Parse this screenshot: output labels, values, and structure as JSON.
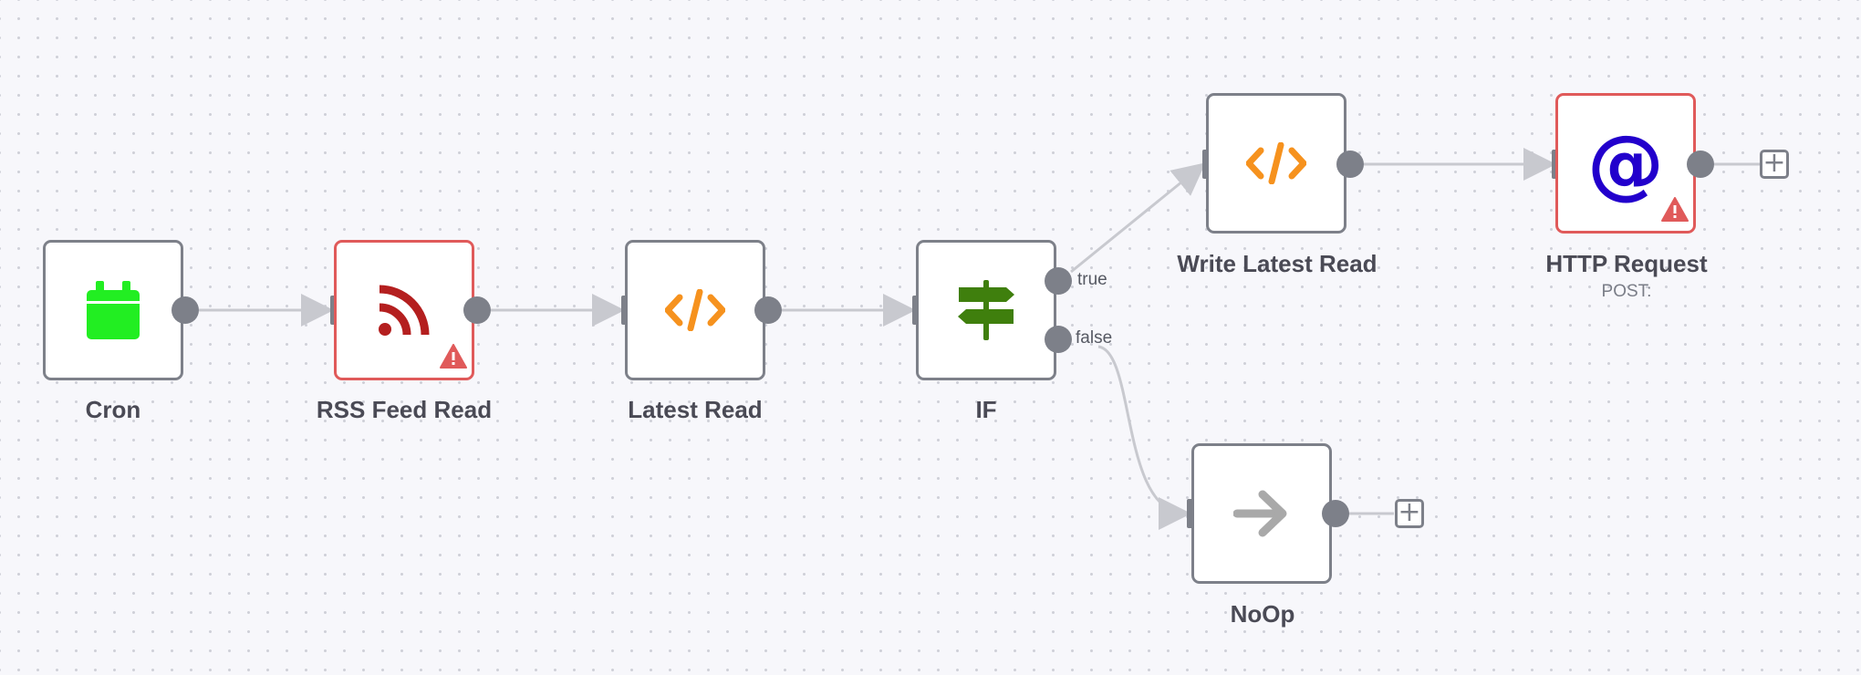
{
  "canvas": {
    "title": "Workflow canvas"
  },
  "nodes": {
    "cron": {
      "label": "Cron",
      "icon": "calendar-icon",
      "color": "#22ee22"
    },
    "rss": {
      "label": "RSS Feed Read",
      "icon": "rss-icon",
      "color": "#b41f1f",
      "status": "warning"
    },
    "latest_read": {
      "label": "Latest Read",
      "icon": "code-icon",
      "color": "#f6921e"
    },
    "if": {
      "label": "IF",
      "icon": "signpost-icon",
      "color": "#3f7f0d",
      "outputs": [
        "true",
        "false"
      ]
    },
    "write_latest_read": {
      "label": "Write Latest Read",
      "icon": "code-icon",
      "color": "#f6921e"
    },
    "http_request": {
      "label": "HTTP Request",
      "subtitle": "POST:",
      "icon": "at-icon",
      "color": "#2200cc",
      "status": "warning"
    },
    "noop": {
      "label": "NoOp",
      "icon": "arrow-right-icon",
      "color": "#a9a9a9"
    }
  },
  "colors": {
    "wire": "#c8c9cf",
    "handle": "#7d8089",
    "error_border": "#e05a5a",
    "warning": "#e05a5a"
  },
  "add_button": {
    "symbol": "+"
  }
}
